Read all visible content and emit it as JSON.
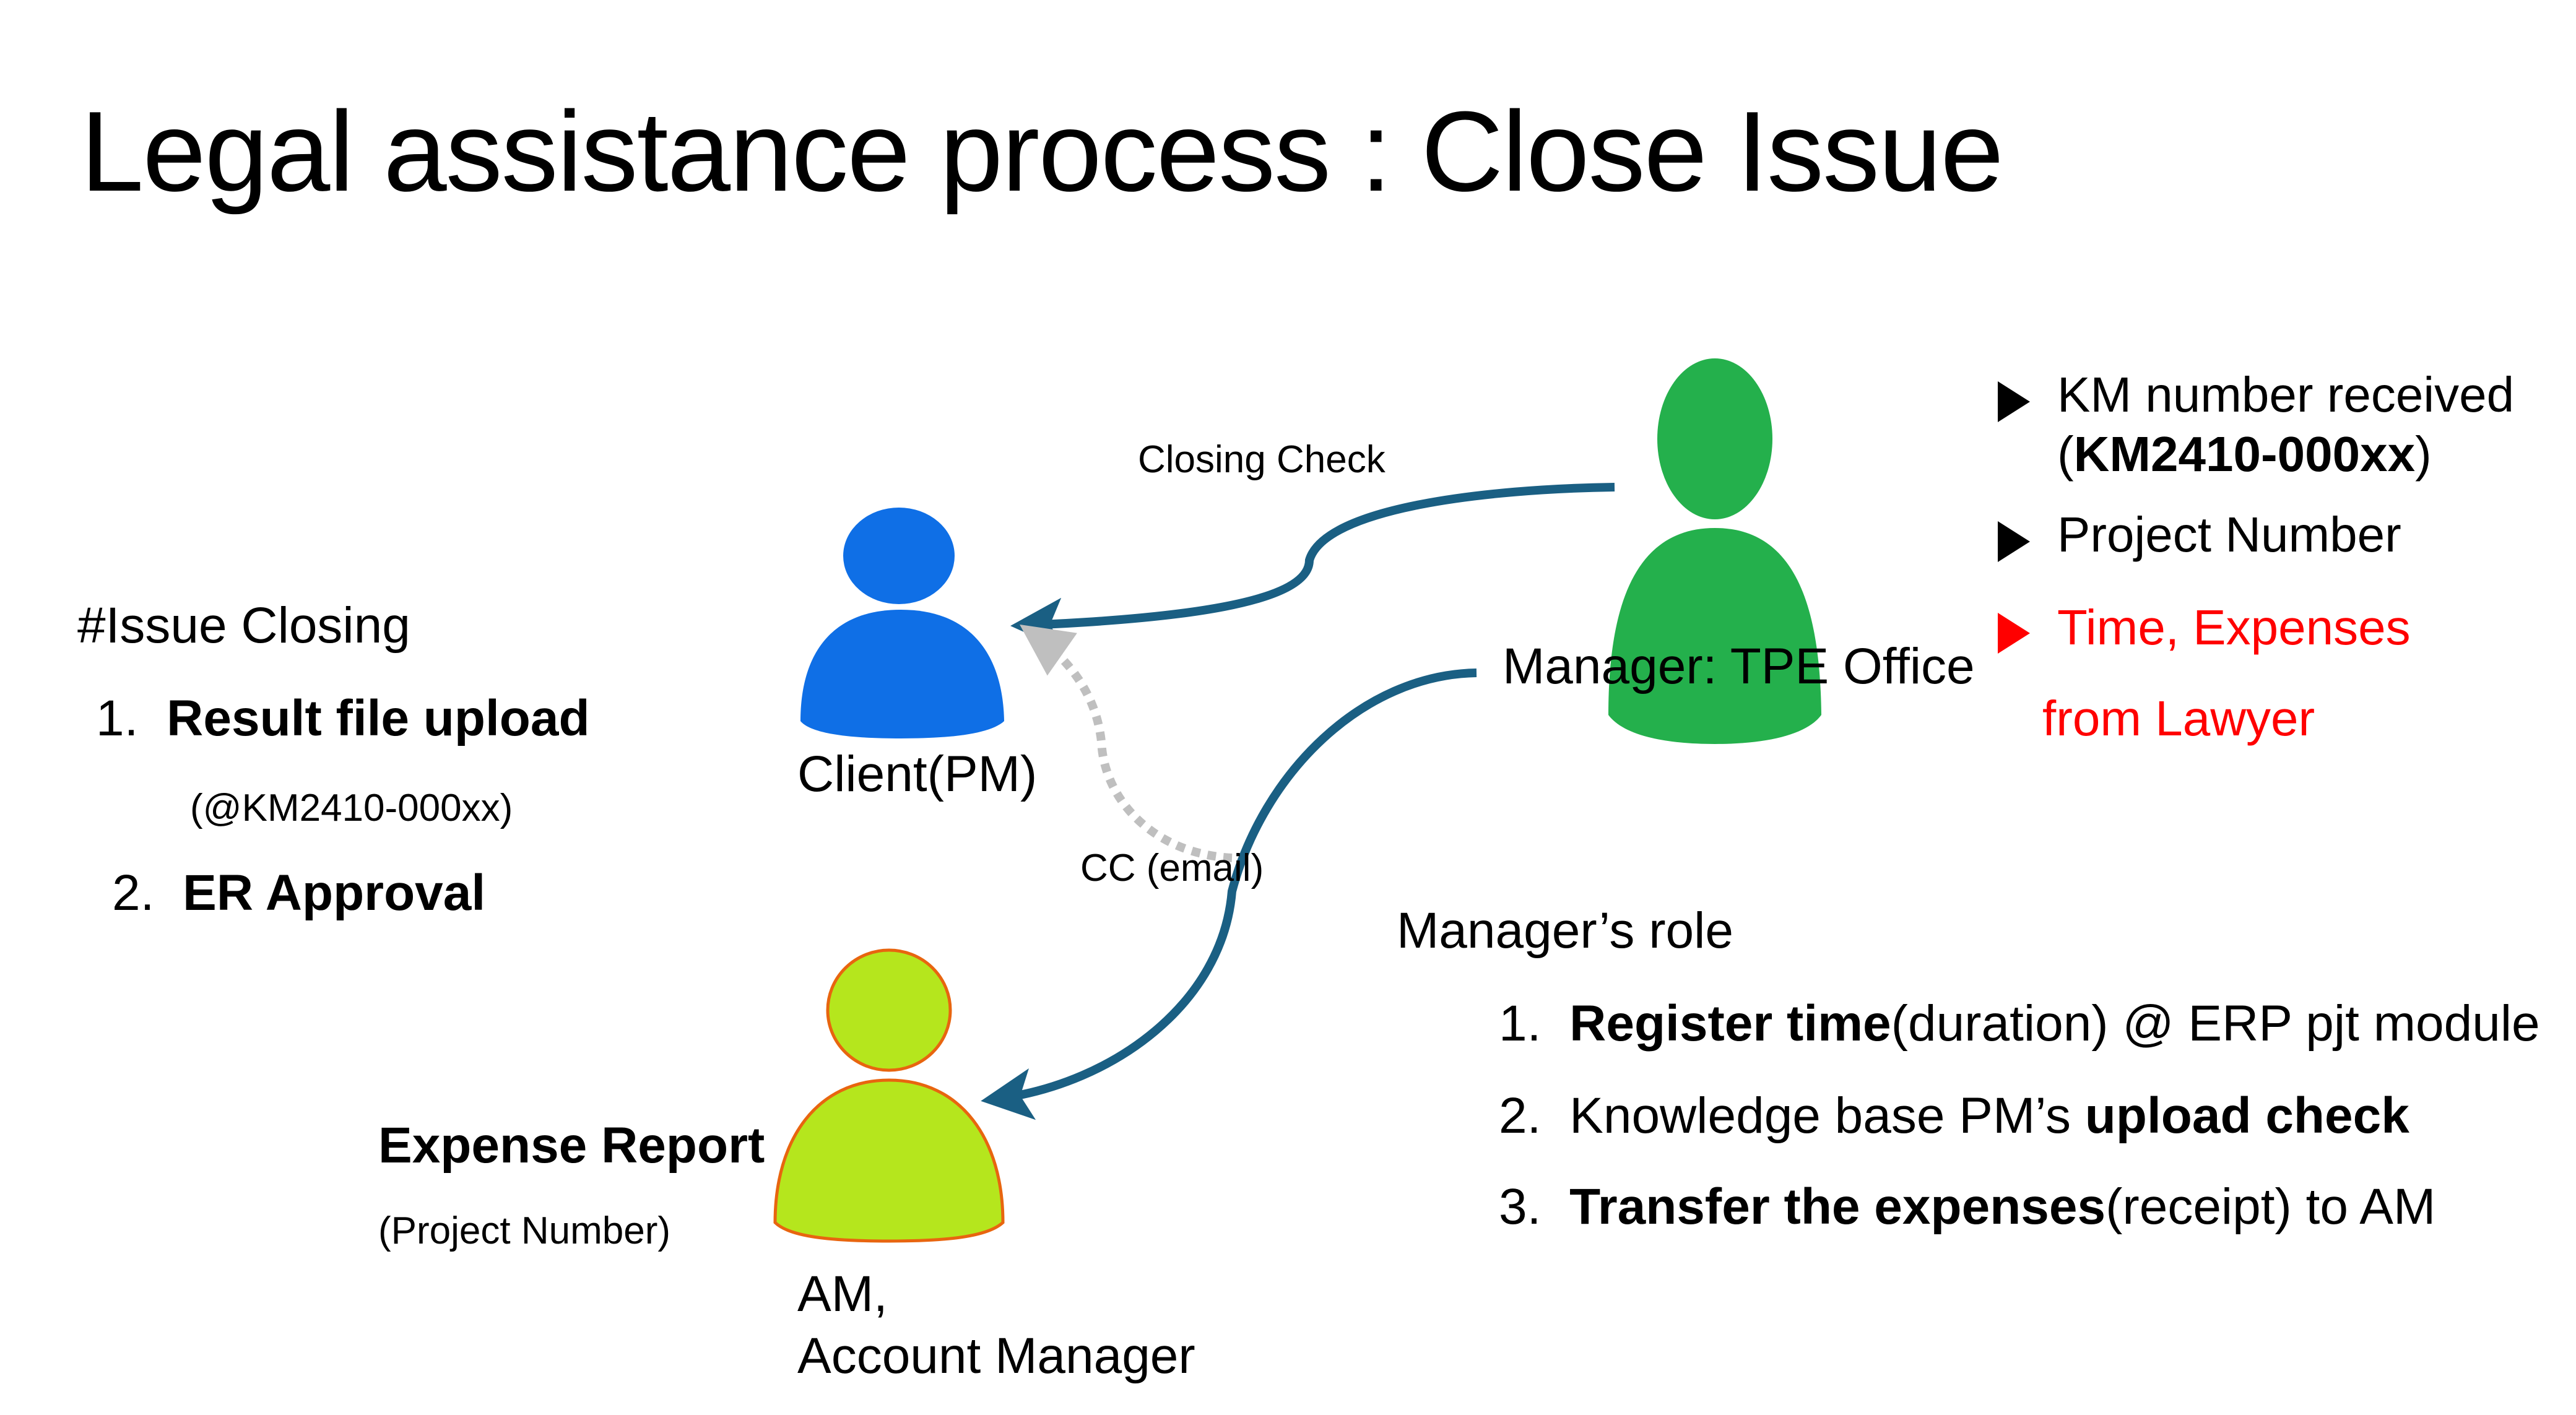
{
  "slide": {
    "title": "Legal assistance process : Close Issue"
  },
  "colors": {
    "client_fill": "#0F6FE6",
    "manager_fill": "#24B04C",
    "am_fill": "#B5E61D",
    "am_stroke": "#E8650F",
    "arrow": "#1A5F83",
    "cc_arrow": "#BFBFBF",
    "highlight": "#FF0000"
  },
  "actors": {
    "client": {
      "label": "Client(PM)"
    },
    "manager": {
      "label": "Manager: TPE Office"
    },
    "am": {
      "label_line1": "AM,",
      "label_line2": "Account Manager"
    }
  },
  "flows": {
    "closing_check": "Closing Check",
    "cc_email": "CC (email)"
  },
  "issue_closing": {
    "heading": "#Issue Closing",
    "items": [
      {
        "num": "1.",
        "bold": "Result file upload",
        "sub": "(@KM2410-000xx)"
      },
      {
        "num": "2.",
        "bold": "ER Approval"
      }
    ]
  },
  "manager_inputs": {
    "items": [
      {
        "text": "KM number received",
        "open": "(",
        "bold": "KM2410-000xx",
        "close": ")",
        "color": "black"
      },
      {
        "text": "Project Number",
        "color": "black"
      },
      {
        "text": "Time, Expenses",
        "text2": "from Lawyer",
        "color": "red"
      }
    ]
  },
  "expense_report": {
    "title": "Expense Report",
    "sub": "(Project Number)"
  },
  "manager_role": {
    "heading": "Manager’s role",
    "items": [
      {
        "num": "1.",
        "bold": "Register time",
        "rest": "(duration) @ ERP pjt module"
      },
      {
        "num": "2.",
        "pre": "Knowledge base PM’s ",
        "bold": "upload check"
      },
      {
        "num": "3.",
        "bold": "Transfer the expenses",
        "rest": "(receipt) to AM"
      }
    ]
  }
}
